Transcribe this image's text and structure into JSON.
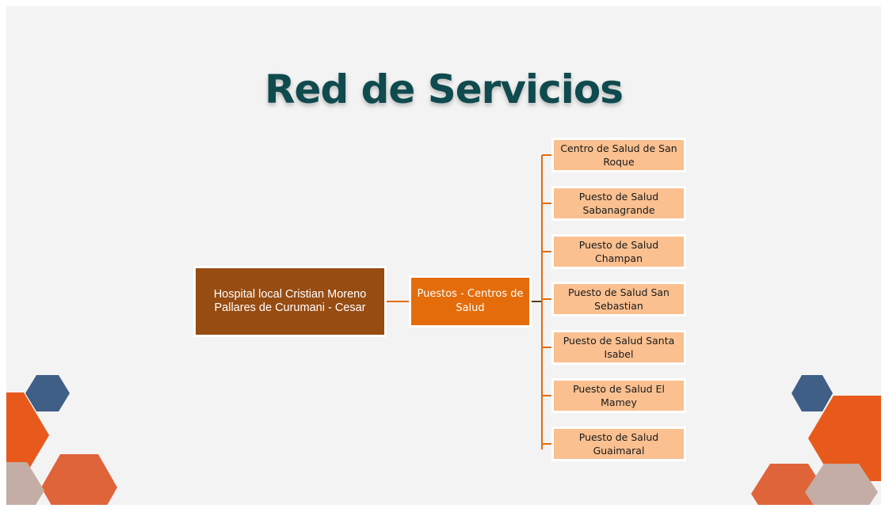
{
  "title": "Red de Servicios",
  "root": {
    "label": "Hospital local Cristian Moreno Pallares de Curumani - Cesar"
  },
  "mid": {
    "label": "Puestos - Centros de Salud"
  },
  "leaves": [
    {
      "label": "Centro de Salud de San Roque"
    },
    {
      "label": "Puesto de Salud Sabanagrande"
    },
    {
      "label": "Puesto de Salud Champan"
    },
    {
      "label": "Puesto de Salud San Sebastian"
    },
    {
      "label": "Puesto de Salud Santa Isabel"
    },
    {
      "label": "Puesto de Salud El Mamey"
    },
    {
      "label": "Puesto de Salud Guaimaral"
    }
  ],
  "colors": {
    "title": "#0f4a4e",
    "root_fill": "#974c12",
    "mid_fill": "#e46c0a",
    "leaf_fill": "#fac090",
    "connector": "#e46c0a",
    "hex_navy": "#3f5f86",
    "hex_orange": "#e85a1c",
    "hex_terracotta": "#e0643a",
    "hex_taupe": "#c4ada4"
  }
}
